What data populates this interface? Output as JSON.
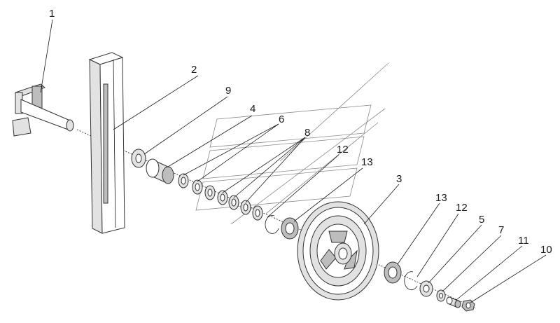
{
  "diagram": {
    "callouts": [
      {
        "id": "callout-1",
        "text": "1"
      },
      {
        "id": "callout-2",
        "text": "2"
      },
      {
        "id": "callout-9",
        "text": "9"
      },
      {
        "id": "callout-4",
        "text": "4"
      },
      {
        "id": "callout-6",
        "text": "6"
      },
      {
        "id": "callout-8",
        "text": "8"
      },
      {
        "id": "callout-12a",
        "text": "12"
      },
      {
        "id": "callout-13a",
        "text": "13"
      },
      {
        "id": "callout-3",
        "text": "3"
      },
      {
        "id": "callout-13b",
        "text": "13"
      },
      {
        "id": "callout-12b",
        "text": "12"
      },
      {
        "id": "callout-5",
        "text": "5"
      },
      {
        "id": "callout-7",
        "text": "7"
      },
      {
        "id": "callout-11",
        "text": "11"
      },
      {
        "id": "callout-10",
        "text": "10"
      }
    ],
    "colors": {
      "line": "#1a1a1a",
      "part_fill": "#e2e2e2",
      "part_dark": "#bdbdbd",
      "watermark": "#8a8a8a"
    }
  }
}
